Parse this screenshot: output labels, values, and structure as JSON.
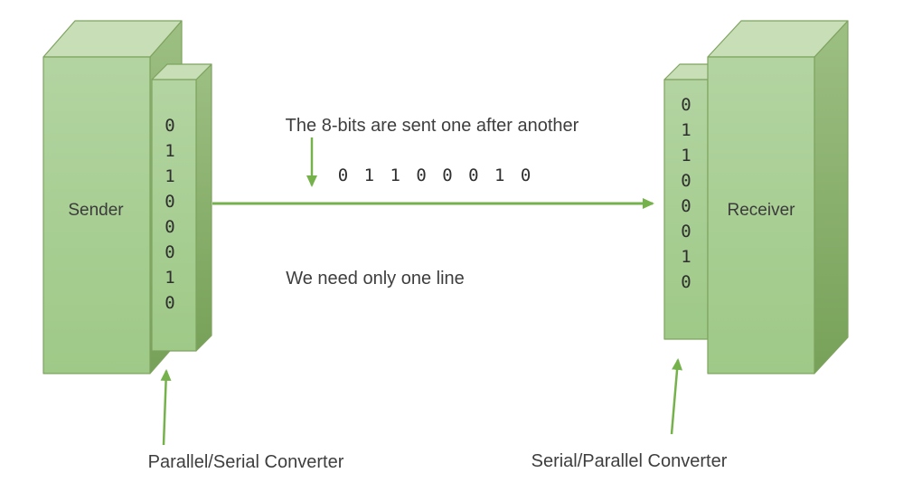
{
  "diagram": {
    "title_semantic": "serial-transmission-diagram",
    "sender": {
      "label": "Sender"
    },
    "receiver": {
      "label": "Receiver"
    },
    "sender_converter": {
      "label": "Parallel/Serial Converter",
      "bits": [
        "0",
        "1",
        "1",
        "0",
        "0",
        "0",
        "1",
        "0"
      ]
    },
    "receiver_converter": {
      "label": "Serial/Parallel Converter",
      "bits": [
        "0",
        "1",
        "1",
        "0",
        "0",
        "0",
        "1",
        "0"
      ]
    },
    "annotations": {
      "top_note": "The 8-bits are sent one after another",
      "serial_bits": "0 1 1 0 0 0 1 0",
      "bottom_note": "We need only one line"
    },
    "colors": {
      "box_face_top": "#b3d4a1",
      "box_face_bottom": "#9ec987",
      "box_top_face": "#c7deb7",
      "box_side_top": "#9dbf83",
      "box_side_bottom": "#77a158",
      "box_border": "#7ea35f",
      "arrow_green": "#76b24b",
      "text_dark": "#3b3b3b"
    }
  }
}
